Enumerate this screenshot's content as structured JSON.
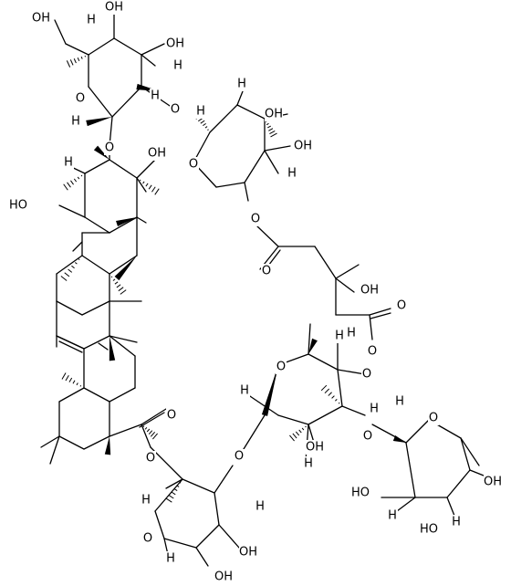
{
  "colors": {
    "background": "#ffffff",
    "ink": "#000000"
  },
  "atoms": {
    "oh": "OH",
    "ho": "HO",
    "o": "O",
    "h": "H"
  }
}
